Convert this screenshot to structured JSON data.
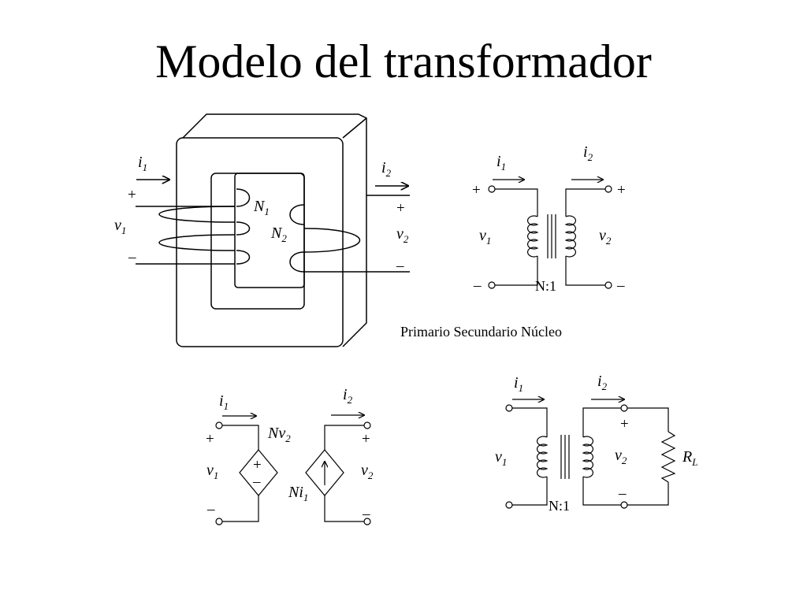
{
  "title": "Modelo del transformador",
  "core": {
    "i": "i",
    "i1_sub": "1",
    "i2_sub": "2",
    "v": "v",
    "v1_sub": "1",
    "v2_sub": "2",
    "N": "N",
    "N1_sub": "1",
    "N2_sub": "2",
    "plus": "+",
    "minus": "–"
  },
  "ideal_symbol": {
    "i": "i",
    "i1_sub": "1",
    "i2_sub": "2",
    "v": "v",
    "v1_sub": "1",
    "v2_sub": "2",
    "plus": "+",
    "minus": "–",
    "ratio": "N:1",
    "caption": "Primario Secundario  Núcleo"
  },
  "dependent_model": {
    "i": "i",
    "i1_sub": "1",
    "i2_sub": "2",
    "v": "v",
    "v1_sub": "1",
    "v2_sub": "2",
    "Nv": "Nv",
    "Nv_sub": "2",
    "Ni": "Ni",
    "Ni_sub": "1",
    "src_plus": "+",
    "src_minus": "–",
    "plus": "+",
    "minus": "–"
  },
  "loaded": {
    "i": "i",
    "i1_sub": "1",
    "i2_sub": "2",
    "v": "v",
    "v1_sub": "1",
    "v2_sub": "2",
    "ratio": "N:1",
    "R": "R",
    "R_sub": "L",
    "plus": "+",
    "minus": "–"
  }
}
